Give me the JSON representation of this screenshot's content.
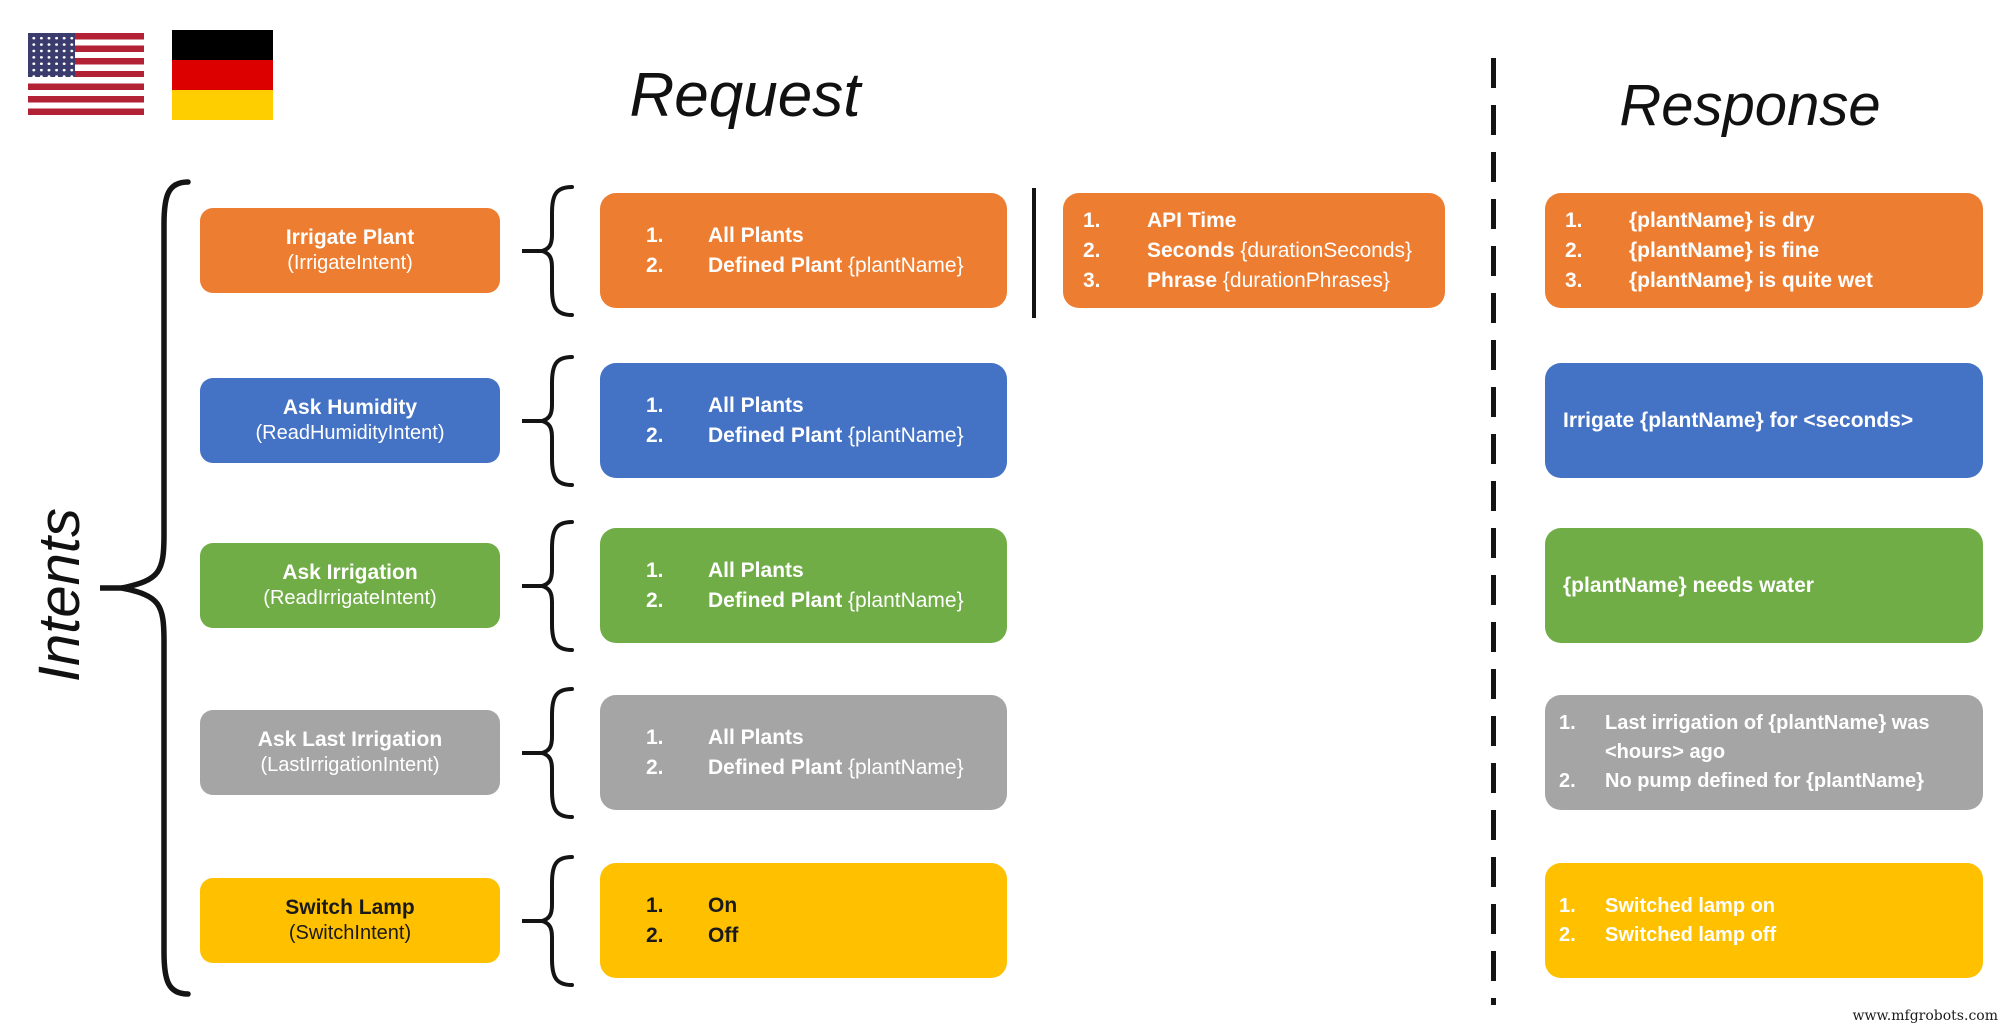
{
  "header": {
    "request_title": "Request",
    "response_title": "Response",
    "intents_label": "Intents"
  },
  "flags": {
    "us": "us-flag-icon",
    "germany": "german-flag-icon"
  },
  "footer": {
    "watermark": "www.mfgrobots.com"
  },
  "colors": {
    "orange": "#ED7D31",
    "blue": "#4472C4",
    "green": "#70AD47",
    "gray": "#A5A5A5",
    "yellow": "#FFC000",
    "line": "#141414"
  },
  "rows": [
    {
      "color": "#ED7D31",
      "text_on_intent": "#ffffff",
      "text_on_request": "#ffffff",
      "text_on_response": "#ffffff",
      "intent": {
        "title": "Irrigate Plant",
        "subtitle": "(IrrigateIntent)"
      },
      "request": {
        "style": "wide",
        "numbered": true,
        "items": [
          [
            {
              "t": "All Plants",
              "b": true
            }
          ],
          [
            {
              "t": "Defined Plant ",
              "b": true
            },
            {
              "t": "{plantName}",
              "b": false
            }
          ]
        ]
      },
      "request_extra": {
        "style": "medium",
        "numbered": true,
        "items": [
          [
            {
              "t": "API Time",
              "b": true
            }
          ],
          [
            {
              "t": "Seconds ",
              "b": true
            },
            {
              "t": "{durationSeconds}",
              "b": false
            }
          ],
          [
            {
              "t": "Phrase ",
              "b": true
            },
            {
              "t": "{durationPhrases}",
              "b": false
            }
          ]
        ]
      },
      "response": {
        "style": "medium",
        "numbered": true,
        "items": [
          [
            {
              "t": "{plantName} is dry",
              "b": true
            }
          ],
          [
            {
              "t": "{plantName} is fine",
              "b": true
            }
          ],
          [
            {
              "t": "{plantName} is quite wet",
              "b": true
            }
          ]
        ]
      }
    },
    {
      "color": "#4472C4",
      "text_on_intent": "#ffffff",
      "text_on_request": "#ffffff",
      "text_on_response": "#ffffff",
      "intent": {
        "title": "Ask Humidity",
        "subtitle": "(ReadHumidityIntent)"
      },
      "request": {
        "style": "wide",
        "numbered": true,
        "items": [
          [
            {
              "t": "All Plants",
              "b": true
            }
          ],
          [
            {
              "t": "Defined Plant ",
              "b": true
            },
            {
              "t": "{plantName}",
              "b": false
            }
          ]
        ]
      },
      "response": {
        "style": "plain",
        "numbered": false,
        "items": [
          [
            {
              "t": "Irrigate {plantName} for <seconds>",
              "b": true
            }
          ]
        ]
      }
    },
    {
      "color": "#70AD47",
      "text_on_intent": "#ffffff",
      "text_on_request": "#ffffff",
      "text_on_response": "#ffffff",
      "intent": {
        "title": "Ask Irrigation",
        "subtitle": "(ReadIrrigateIntent)"
      },
      "request": {
        "style": "wide",
        "numbered": true,
        "items": [
          [
            {
              "t": "All Plants",
              "b": true
            }
          ],
          [
            {
              "t": "Defined Plant ",
              "b": true
            },
            {
              "t": "{plantName}",
              "b": false
            }
          ]
        ]
      },
      "response": {
        "style": "plain",
        "numbered": false,
        "items": [
          [
            {
              "t": "{plantName} needs water",
              "b": true
            }
          ]
        ]
      }
    },
    {
      "color": "#A5A5A5",
      "text_on_intent": "#ffffff",
      "text_on_request": "#ffffff",
      "text_on_response": "#ffffff",
      "intent": {
        "title": "Ask Last Irrigation",
        "subtitle": "(LastIrrigationIntent)"
      },
      "request": {
        "style": "wide",
        "numbered": true,
        "items": [
          [
            {
              "t": "All Plants",
              "b": true
            }
          ],
          [
            {
              "t": "Defined Plant ",
              "b": true
            },
            {
              "t": "{plantName}",
              "b": false
            }
          ]
        ]
      },
      "response": {
        "style": "tight",
        "numbered": true,
        "items": [
          [
            {
              "t": "Last irrigation of {plantName} was <hours> ago",
              "b": true
            }
          ],
          [
            {
              "t": "No pump defined for {plantName}",
              "b": true
            }
          ]
        ]
      }
    },
    {
      "color": "#FFC000",
      "text_on_intent": "#1a1a1a",
      "text_on_request": "#1a1a1a",
      "text_on_response": "#ffffff",
      "intent": {
        "title": "Switch Lamp",
        "subtitle": "(SwitchIntent)"
      },
      "request": {
        "style": "wide",
        "numbered": true,
        "items": [
          [
            {
              "t": "On",
              "b": true
            }
          ],
          [
            {
              "t": "Off",
              "b": true
            }
          ]
        ]
      },
      "response": {
        "style": "tight",
        "numbered": true,
        "items": [
          [
            {
              "t": "Switched lamp on",
              "b": true
            }
          ],
          [
            {
              "t": "Switched lamp off",
              "b": true
            }
          ]
        ]
      }
    }
  ]
}
